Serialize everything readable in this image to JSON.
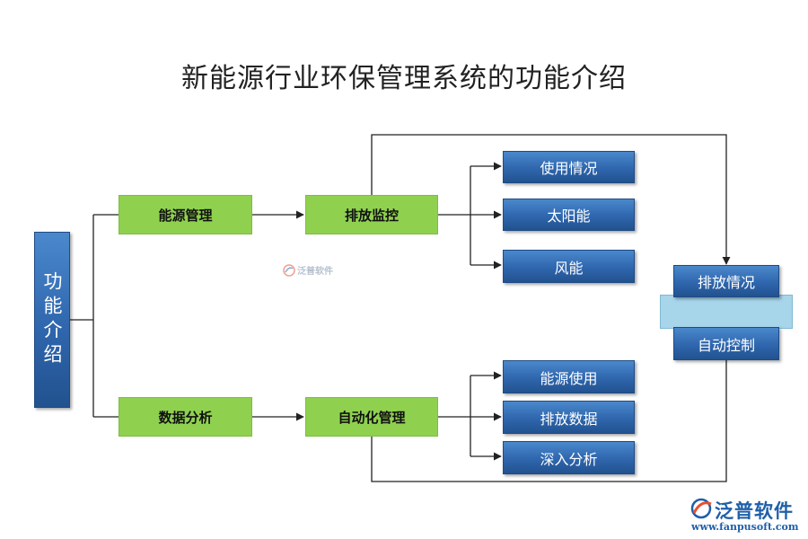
{
  "title": "新能源行业环保管理系统的功能介绍",
  "nodes": {
    "root": "功能介绍",
    "energy_mgmt": "能源管理",
    "data_analysis": "数据分析",
    "emission_monitor": "排放监控",
    "auto_mgmt": "自动化管理",
    "usage": "使用情况",
    "solar": "太阳能",
    "wind": "风能",
    "energy_use": "能源使用",
    "emission_data": "排放数据",
    "deep_analysis": "深入分析",
    "emission_status": "排放情况",
    "auto_control": "自动控制"
  },
  "watermark": {
    "center_text": "泛普软件",
    "logo_name": "泛普软件",
    "logo_url": "www.fanpusoft.com"
  },
  "colors": {
    "blue_box": "#2f66ad",
    "green_box": "#8fd14f",
    "band": "#a7d5ea",
    "line": "#222222",
    "logo": "#1f5fa8",
    "logo_accent": "#e8502f"
  }
}
